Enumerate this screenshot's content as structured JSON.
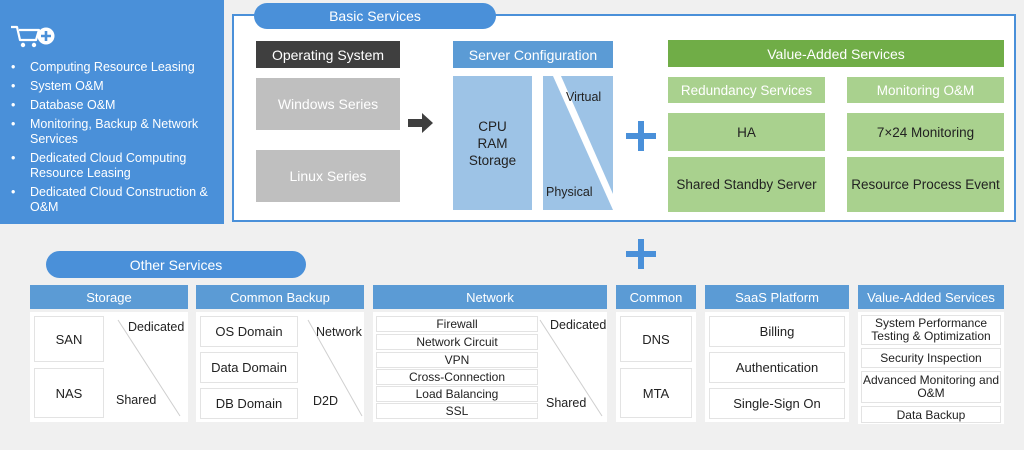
{
  "left_panel": {
    "icon": "cart-plus-icon",
    "items": [
      "Computing Resource Leasing",
      "System O&M",
      "Database O&M",
      "Monitoring, Backup & Network Services",
      "Dedicated Cloud Computing Resource Leasing",
      "Dedicated Cloud Construction & O&M"
    ]
  },
  "basic": {
    "title": "Basic Services",
    "os": {
      "header": "Operating System",
      "items": [
        "Windows Series",
        "Linux Series"
      ]
    },
    "server": {
      "header": "Server Configuration",
      "specs": [
        "CPU",
        "RAM",
        "Storage"
      ],
      "virtual": "Virtual",
      "physical": "Physical"
    },
    "vas": {
      "header": "Value-Added Services",
      "redundancy": "Redundancy Services",
      "monitoring": "Monitoring O&M",
      "ha": "HA",
      "monitor247": "7×24 Monitoring",
      "standby": "Shared Standby Server",
      "event": "Resource Process Event"
    }
  },
  "other": {
    "title": "Other Services",
    "storage": {
      "header": "Storage",
      "san": "SAN",
      "nas": "NAS",
      "dedicated": "Dedicated",
      "shared": "Shared"
    },
    "backup": {
      "header": "Common Backup",
      "items": [
        "OS Domain",
        "Data Domain",
        "DB Domain"
      ],
      "network": "Network",
      "d2d": "D2D"
    },
    "network": {
      "header": "Network",
      "items": [
        "Firewall",
        "Network Circuit",
        "VPN",
        "Cross-Connection",
        "Load Balancing",
        "SSL"
      ],
      "dedicated": "Dedicated",
      "shared": "Shared"
    },
    "common": {
      "header": "Common",
      "items": [
        "DNS",
        "MTA"
      ]
    },
    "saas": {
      "header": "SaaS Platform",
      "items": [
        "Billing",
        "Authentication",
        "Single-Sign On"
      ]
    },
    "vas2": {
      "header": "Value-Added Services",
      "items": [
        "System Performance Testing & Optimization",
        "Security Inspection",
        "Advanced Monitoring and O&M",
        "Data Backup"
      ]
    }
  },
  "colors": {
    "accent": "#4a90d9",
    "green": "#70ad47",
    "light_green": "#a9d18e",
    "light_blue": "#9dc3e6",
    "dark_gray": "#3f3f3f"
  }
}
